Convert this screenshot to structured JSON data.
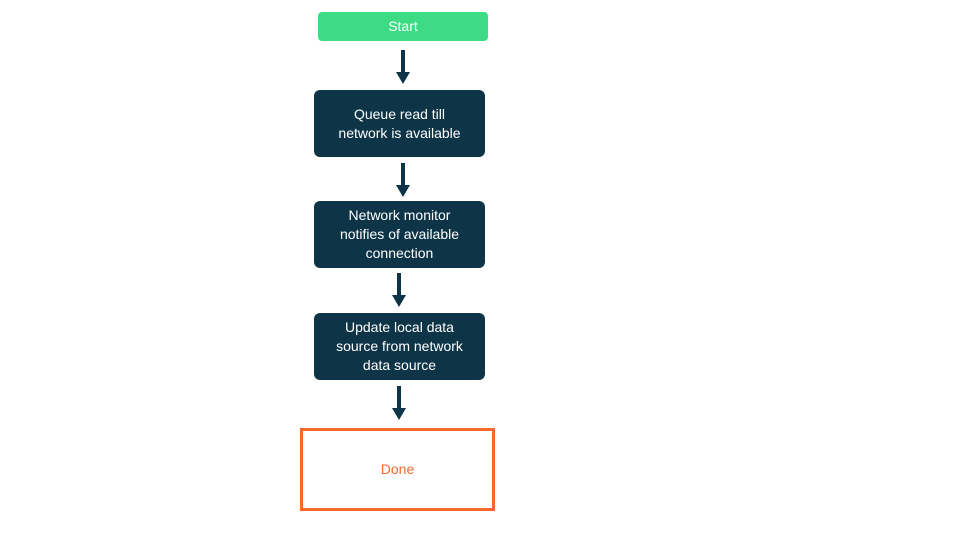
{
  "colors": {
    "start_fill": "#3ddc84",
    "process_fill": "#0e3447",
    "done_border": "#f4672f",
    "done_text": "#f4672f",
    "node_text": "#ffffff",
    "arrow": "#0e3447",
    "background": "#ffffff"
  },
  "flowchart": {
    "start": {
      "label": "Start"
    },
    "steps": [
      {
        "label": "Queue read till\nnetwork is available"
      },
      {
        "label": "Network monitor\nnotifies of available\nconnection"
      },
      {
        "label": "Update local data\nsource from network\ndata source"
      }
    ],
    "done": {
      "label": "Done"
    }
  }
}
